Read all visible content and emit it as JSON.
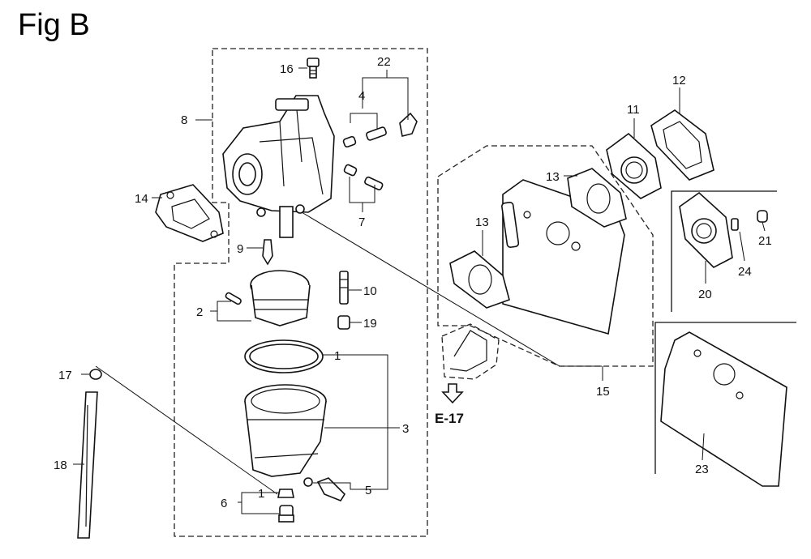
{
  "figure": {
    "title": "Fig B"
  },
  "callouts": {
    "c1a": "1",
    "c1b": "1",
    "c2": "2",
    "c3": "3",
    "c4": "4",
    "c5": "5",
    "c6": "6",
    "c7": "7",
    "c8": "8",
    "c9": "9",
    "c10": "10",
    "c11": "11",
    "c12": "12",
    "c13a": "13",
    "c13b": "13",
    "c14": "14",
    "c15": "15",
    "c16": "16",
    "c17": "17",
    "c18": "18",
    "c19": "19",
    "c20": "20",
    "c21": "21",
    "c22": "22",
    "c23": "23",
    "c24": "24"
  },
  "reference": {
    "label": "E-17"
  }
}
